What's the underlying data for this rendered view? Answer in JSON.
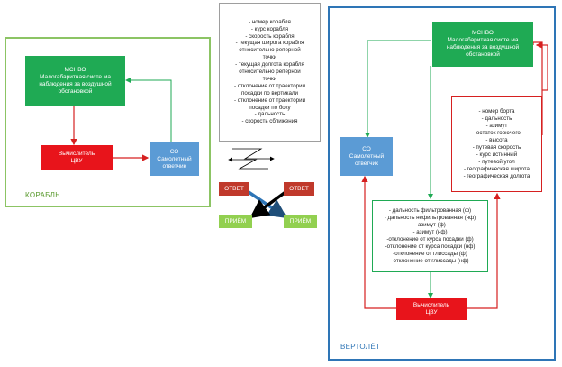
{
  "ship": {
    "label": "КОРАБЛЬ",
    "mcnvo": {
      "title": "МСНВО",
      "lines": [
        "Малогабаритная систе ма",
        "наблюдения за воздушной",
        "обстановкой"
      ]
    },
    "computer": {
      "lines": [
        "Вычислитель",
        "ЦВУ"
      ]
    },
    "transponder": {
      "lines": [
        "СО",
        "Самолетный",
        "ответчик"
      ]
    }
  },
  "helicopter": {
    "label": "ВЕРТОЛЁТ",
    "mcnvo": {
      "title": "МСНВО",
      "lines": [
        "Малогабаритная систе ма",
        "наблюдения за воздушной",
        "обстановкой"
      ]
    },
    "computer": {
      "lines": [
        "Вычислитель",
        "ЦВУ"
      ]
    },
    "transponder": {
      "lines": [
        "СО",
        "Самолетный",
        "ответчик"
      ]
    }
  },
  "ship_to_heli_params": [
    "- номер корабля",
    "- курс корабля",
    "- скорость корабля",
    "- текущая широта корабля",
    "относительно реперной",
    "точки",
    "- текущая долгота корабля",
    "относительно реперной",
    "точки",
    "- отклонение от траектории",
    "посадки по вертикали",
    "- отклонение от траектории",
    "посадки по боку",
    "- дальность",
    "- скорость сближения"
  ],
  "heli_to_ship_params": [
    "- номер борта",
    "- дальность",
    "- азимут",
    "- остаток горючего",
    "- высота",
    "- путевая скорость",
    "- курс истинный",
    "- путевой угол",
    "- географическая широта",
    "- географическая долгота"
  ],
  "filtered_params": [
    "- дальность фильтрованная (ф)",
    "- дальность нефильтрованная (нф)",
    "- азимут (ф)",
    "- азимут (нф)",
    "-отклонение от курса посадки (ф)",
    "-отклонение от курса посадки (нф)",
    "-отклонение от глиссады (ф)",
    "-отклонение от глиссады (нф)"
  ],
  "exchange": {
    "left_reply": "ОТВЕТ",
    "right_reply": "ОТВЕТ",
    "left_receive": "ПРИЁМ",
    "right_receive": "ПРИЁМ"
  },
  "colors": {
    "ship_frame": "#8cc464",
    "heli_frame": "#2e75b6",
    "mcnvo": "#1faa54",
    "computer": "#e8141b",
    "transponder": "#5b9bd5",
    "receive": "#92d050",
    "reply": "#c0392b"
  }
}
